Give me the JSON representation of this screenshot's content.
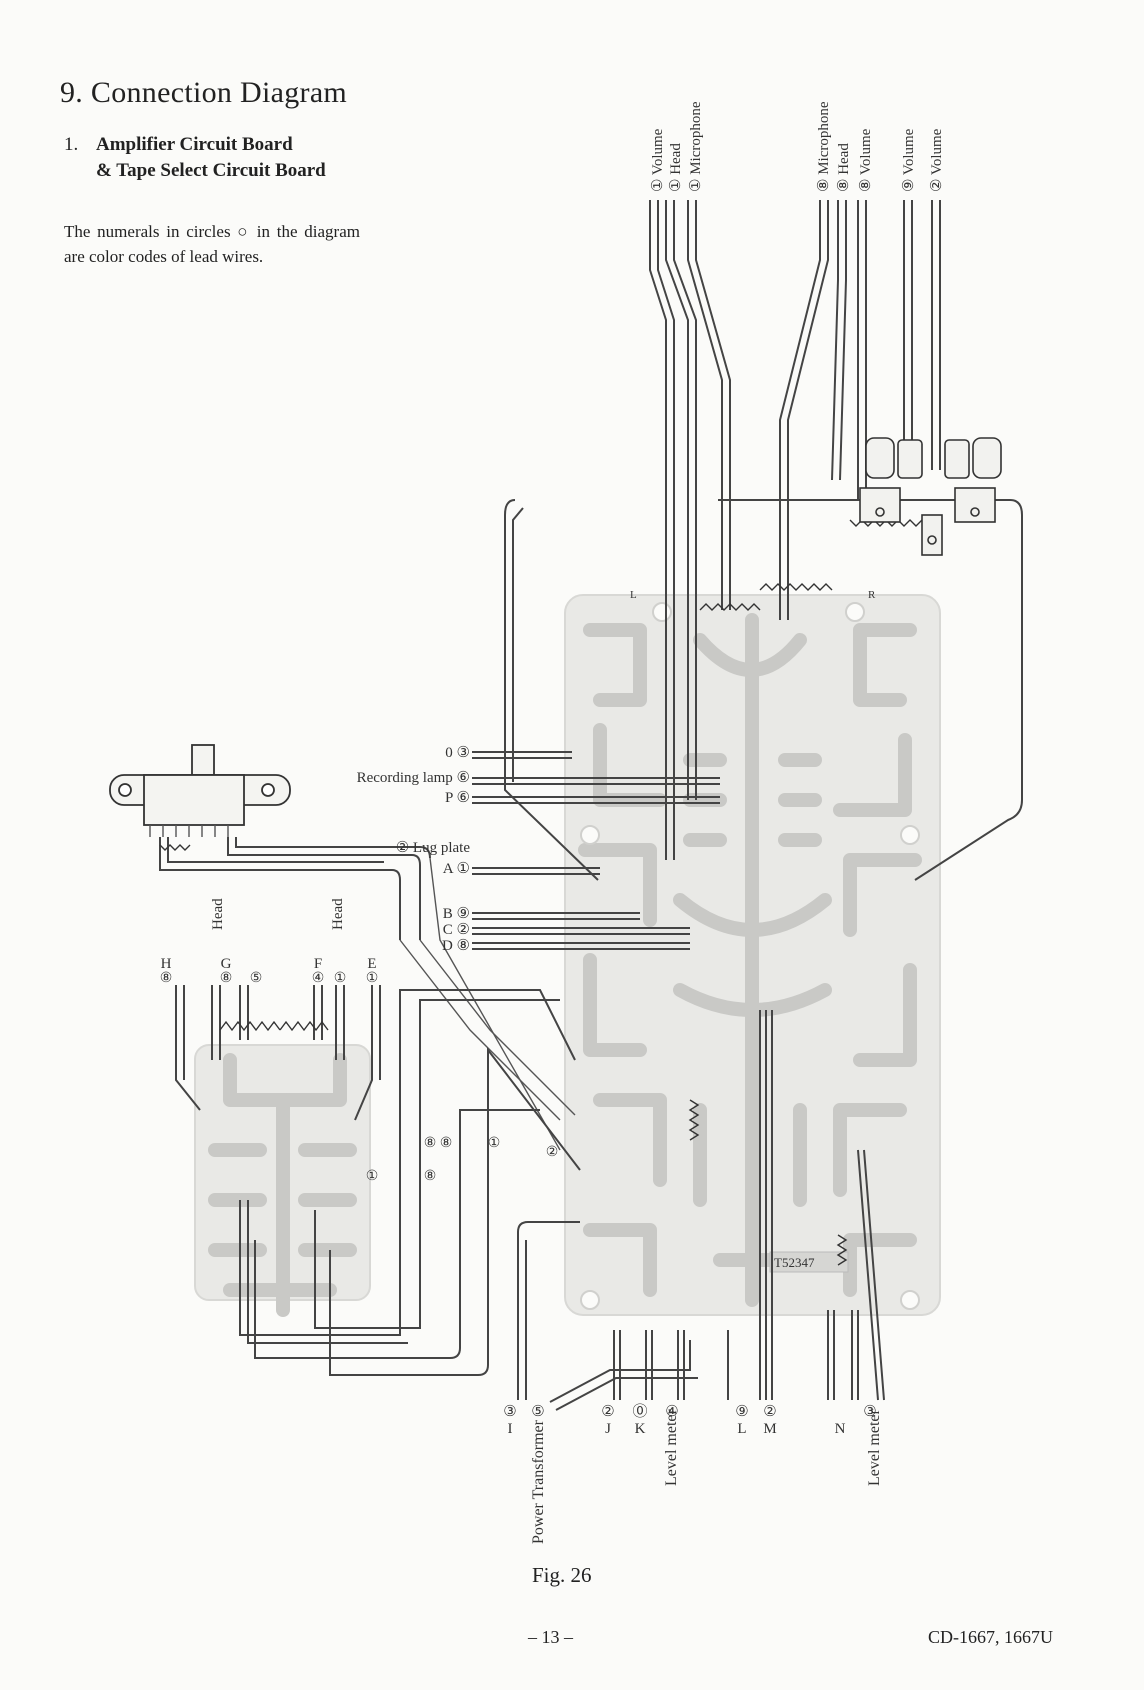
{
  "header": {
    "section_title": "9.  Connection Diagram",
    "subsection_number": "1.",
    "subsection_line1": "Amplifier Circuit Board",
    "subsection_line2": "& Tape Select Circuit Board",
    "note": "The numerals in circles ○ in the diagram are color codes of lead wires."
  },
  "top_leads": [
    {
      "code": "①",
      "name": "Volume"
    },
    {
      "code": "①",
      "name": "Head"
    },
    {
      "code": "①",
      "name": "Microphone"
    },
    {
      "code": "⑧",
      "name": "Microphone"
    },
    {
      "code": "⑧",
      "name": "Head"
    },
    {
      "code": "⑧",
      "name": "Volume"
    },
    {
      "code": "⑨",
      "name": "Volume"
    },
    {
      "code": "②",
      "name": "Volume"
    }
  ],
  "side_leads": [
    {
      "text": "0 ③"
    },
    {
      "text": "Recording lamp ⑥"
    },
    {
      "text": "P ⑥"
    },
    {
      "text": "② Lug plate"
    },
    {
      "text": "A ①"
    },
    {
      "text": "B ⑨"
    },
    {
      "text": "C ②"
    },
    {
      "text": "D ⑧"
    }
  ],
  "tape_select_board": {
    "head_left": "Head",
    "head_right": "Head",
    "terminals": [
      {
        "letter": "H",
        "code": "⑧"
      },
      {
        "letter": "G",
        "code": "⑧"
      },
      {
        "letter": "",
        "code": "⑤"
      },
      {
        "letter": "F",
        "code": "④"
      },
      {
        "letter": "",
        "code": "①"
      },
      {
        "letter": "E",
        "code": "①"
      }
    ],
    "loop_codes": [
      "⑧",
      "①",
      "①",
      "⑧",
      "②",
      "⑧"
    ]
  },
  "bottom_leads": [
    {
      "code": "③",
      "letter": "I"
    },
    {
      "code": "⑤",
      "letter": ""
    },
    {
      "code": "②",
      "letter": "J"
    },
    {
      "code": "⓪",
      "letter": "K"
    },
    {
      "code": "④",
      "letter": ""
    },
    {
      "code": "⑨",
      "letter": "L"
    },
    {
      "code": "②",
      "letter": "M"
    },
    {
      "code": "",
      "letter": "N"
    },
    {
      "code": "③",
      "letter": ""
    }
  ],
  "bottom_group_labels": {
    "power_transformer": "Power Transformer",
    "level_meter_left": "Level meter",
    "level_meter_right": "Level meter"
  },
  "board_markings": {
    "pcb_number": "T52347",
    "left_channel": "L",
    "right_channel": "R"
  },
  "footer": {
    "figure_caption": "Fig. 26",
    "page_number": "– 13 –",
    "document_id": "CD-1667, 1667U"
  }
}
